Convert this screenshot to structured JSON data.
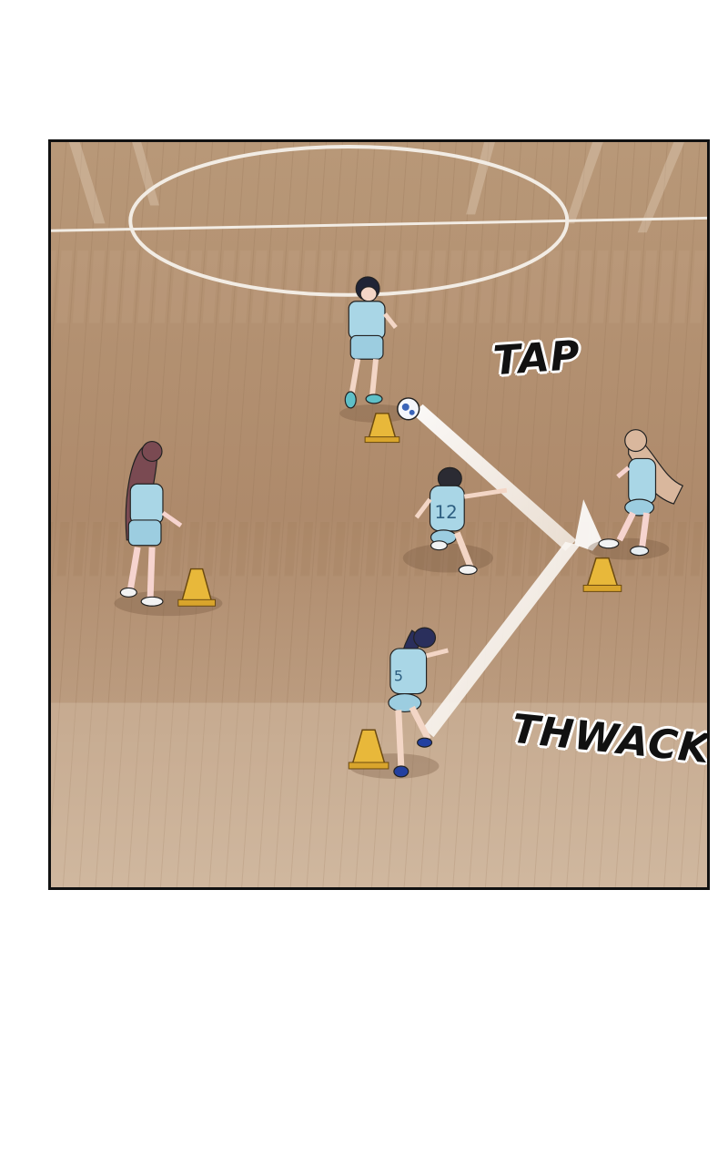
{
  "comic": {
    "panel": {
      "description": "Futsal training drill on an indoor wooden court; players pass the ball between orange cones",
      "sound_effects": [
        {
          "id": "tap",
          "text": "TAP"
        },
        {
          "id": "thwack",
          "text": "THWACK"
        }
      ],
      "players": [
        {
          "id": "player-top",
          "hair": "dark navy",
          "jersey": "light blue",
          "pose": "receiving ball near cone"
        },
        {
          "id": "player-left",
          "hair": "long reddish-brown",
          "jersey": "light blue",
          "pose": "standing by cone"
        },
        {
          "id": "player-center",
          "hair": "dark",
          "jersey_number": "12",
          "pose": "crouching defender"
        },
        {
          "id": "player-right",
          "hair": "long light brown",
          "jersey": "light blue",
          "pose": "stepping on cone"
        },
        {
          "id": "player-bottom",
          "hair": "navy ponytail",
          "jersey_number": "5",
          "pose": "kicking"
        }
      ],
      "colors": {
        "floor": "#b08d6f",
        "jersey": "#a9d6e6",
        "cone": "#e8b83a",
        "court_line": "#f2ece4",
        "frame": "#111111"
      }
    }
  }
}
